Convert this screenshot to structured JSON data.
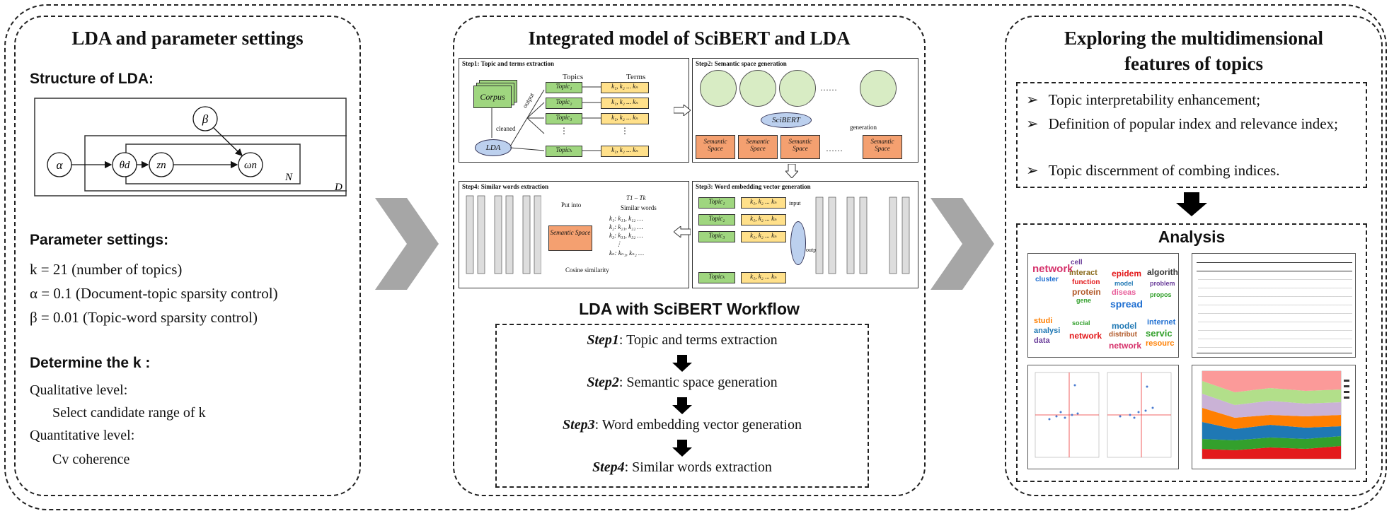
{
  "panels": {
    "left": {
      "title": "LDA and parameter settings",
      "structure_heading": "Structure of LDA:",
      "plate_nodes": {
        "alpha": "α",
        "beta": "β",
        "theta": "θd",
        "z": "zn",
        "omega": "ωn",
        "N": "N",
        "D": "D"
      },
      "param_heading": "Parameter settings:",
      "params": [
        "k = 21 (number of topics)",
        "α = 0.1 (Document-topic sparsity control)",
        "β = 0.01 (Topic-word sparsity control)"
      ],
      "determine_heading": "Determine the k :",
      "levels": [
        "Qualitative level:",
        "Select candidate range of k",
        "Quantitative level:",
        "Cv coherence"
      ]
    },
    "middle": {
      "title": "Integrated model of SciBERT and LDA",
      "step1_title": "Step1: Topic and terms extraction",
      "step2_title": "Step2: Semantic space generation",
      "step3_title": "Step3: Word embedding vector generation",
      "step4_title": "Step4: Similar words extraction",
      "labels": {
        "topics": "Topics",
        "terms": "Terms",
        "corpus": "Corpus",
        "lda": "LDA",
        "output": "output",
        "cleaned": "cleaned",
        "scibert": "SciBERT",
        "generation": "generation",
        "semantic_space": "Semantic Space",
        "put_into": "Put into",
        "cosine": "Cosine similarity",
        "similar_words": "Similar words",
        "t_range": "T1 – Tk",
        "input": "input",
        "output2": "output"
      },
      "workflow_title": "LDA with SciBERT Workflow",
      "steps": [
        {
          "label": "Step1",
          "text": ": Topic and terms extraction"
        },
        {
          "label": "Step2",
          "text": ": Semantic space generation"
        },
        {
          "label": "Step3",
          "text": ": Word embedding vector generation"
        },
        {
          "label": "Step4",
          "text": ": Similar words extraction"
        }
      ]
    },
    "right": {
      "title_line1": "Exploring the multidimensional",
      "title_line2": "features of topics",
      "bullets": [
        "Topic interpretability enhancement;",
        "Definition of popular index and relevance index;",
        "Topic discernment of combing indices."
      ],
      "analysis_title": "Analysis"
    }
  },
  "colors": {
    "border": "#222222",
    "chevron": "#a6a6a6",
    "topic_green": "#9fd67f",
    "term_yellow": "#ffe08a",
    "space_orange": "#f4a070",
    "lda_blue": "#bcd0ee",
    "circle_green": "#d8ecc4"
  }
}
